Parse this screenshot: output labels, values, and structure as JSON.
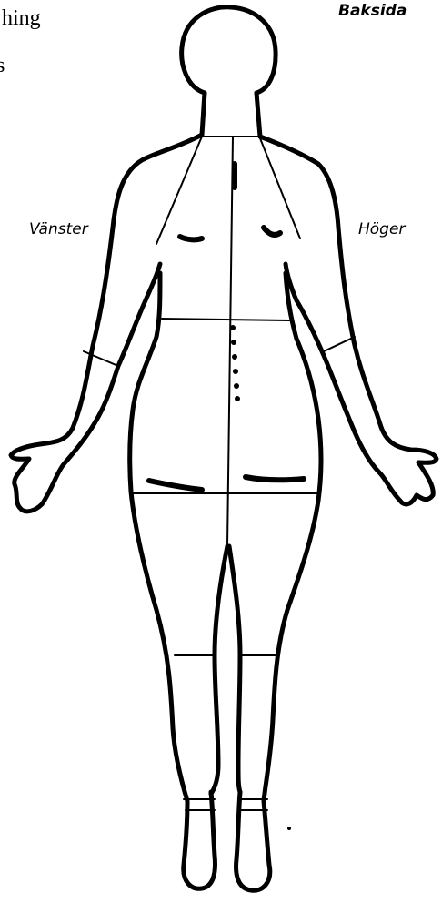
{
  "page": {
    "top_left_line1": "hing",
    "top_left_line2": "s",
    "view_label": "Baksida",
    "left_label": "Vänster",
    "right_label": "Höger"
  },
  "colors": {
    "ink": "#000000",
    "paper": "#ffffff"
  }
}
